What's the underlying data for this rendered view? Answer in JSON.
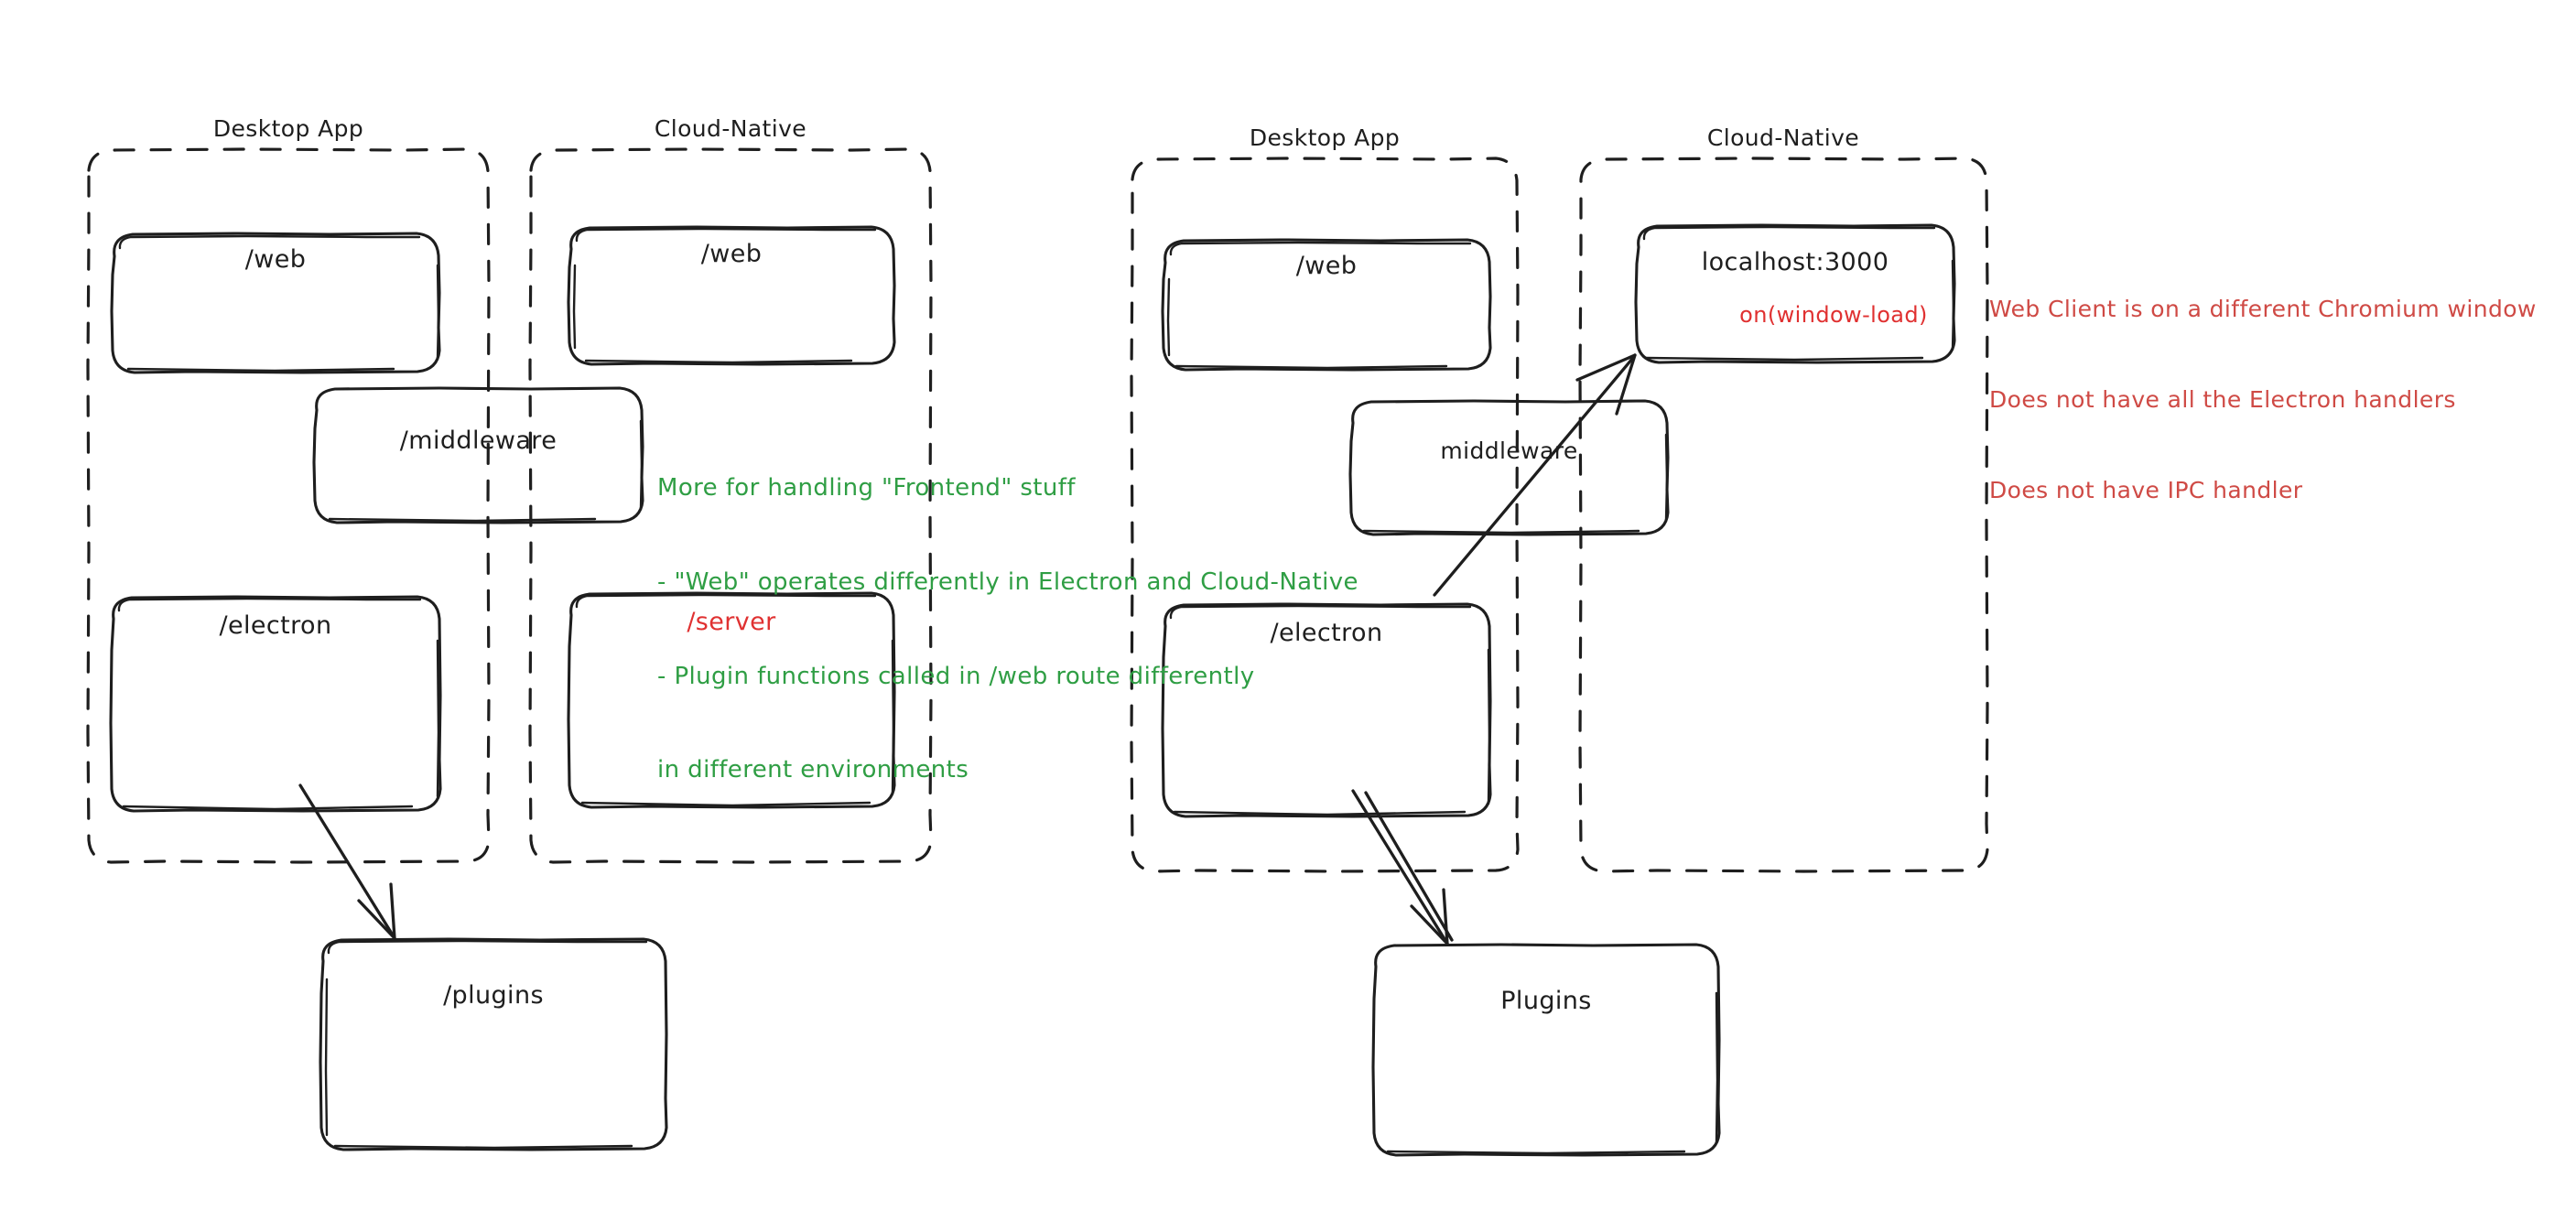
{
  "diagram": {
    "title": "Electron vs Cloud-Native architecture sketch",
    "style": "hand-drawn",
    "background": "#ffffff",
    "colors": {
      "stroke": "#1e1e1e",
      "green": "#2f9e44",
      "red": "#e03131",
      "red_note": "#cf4a45"
    }
  },
  "left_diagram": {
    "groups": [
      {
        "id": "left-desktop-app",
        "label": "Desktop App"
      },
      {
        "id": "left-cloud-native",
        "label": "Cloud-Native"
      }
    ],
    "boxes": [
      {
        "id": "left-desktop-web",
        "label": "/web",
        "color": "#1e1e1e"
      },
      {
        "id": "left-cloud-web",
        "label": "/web",
        "color": "#1e1e1e"
      },
      {
        "id": "left-middleware",
        "label": "/middleware",
        "color": "#1e1e1e"
      },
      {
        "id": "left-electron",
        "label": "/electron",
        "color": "#1e1e1e"
      },
      {
        "id": "left-server",
        "label": "/server",
        "color": "#e03131"
      },
      {
        "id": "left-plugins",
        "label": "/plugins",
        "color": "#1e1e1e"
      }
    ],
    "note_green": [
      "More for handling \"Frontend\" stuff",
      "- \"Web\" operates differently in Electron and Cloud-Native",
      "- Plugin functions called in /web route differently",
      "in different environments"
    ],
    "arrows": [
      {
        "id": "left-electron-to-plugins",
        "from": "/electron",
        "to": "/plugins"
      }
    ]
  },
  "right_diagram": {
    "groups": [
      {
        "id": "right-desktop-app",
        "label": "Desktop App"
      },
      {
        "id": "right-cloud-native",
        "label": "Cloud-Native"
      }
    ],
    "boxes": [
      {
        "id": "right-desktop-web",
        "label": "/web",
        "color": "#1e1e1e"
      },
      {
        "id": "right-localhost",
        "label": "localhost:3000",
        "sublabel": "on(window-load)",
        "color": "#1e1e1e",
        "sub_color": "#e03131"
      },
      {
        "id": "right-middleware",
        "label": "middleware",
        "color": "#1e1e1e"
      },
      {
        "id": "right-electron",
        "label": "/electron",
        "color": "#1e1e1e"
      },
      {
        "id": "right-plugins",
        "label": "Plugins",
        "color": "#1e1e1e"
      }
    ],
    "note_red": [
      "Web Client is on a different Chromium window",
      "Does not have all the Electron handlers",
      "Does not have IPC handler"
    ],
    "arrows": [
      {
        "id": "right-electron-to-localhost",
        "from": "/electron",
        "to": "localhost:3000"
      },
      {
        "id": "right-electron-to-plugins",
        "from": "/electron",
        "to": "Plugins"
      }
    ]
  }
}
